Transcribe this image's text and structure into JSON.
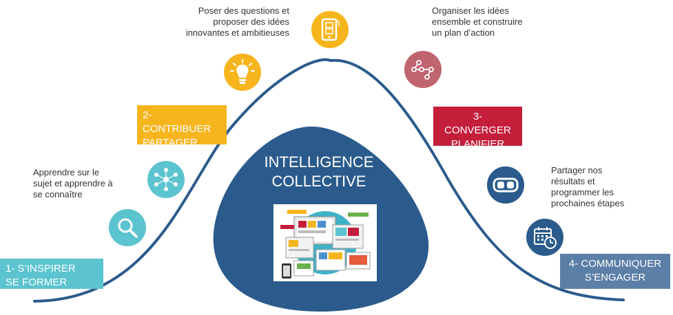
{
  "center": {
    "title_line1": "INTELLIGENCE",
    "title_line2": "COLLECTIVE"
  },
  "steps": [
    {
      "line1": "1- S’INSPIRER",
      "line2": "SE FORMER",
      "color": "#5bc4cf"
    },
    {
      "line1": "2- CONTRIBUER",
      "line2": "PARTAGER",
      "color": "#f6b51d"
    },
    {
      "line1": "3- CONVERGER",
      "line2": "PLANIFIER",
      "color": "#c41e3a"
    },
    {
      "line1": "4- COMMUNIQUER",
      "line2": "S’ENGAGER",
      "color": "#5b7fa6"
    }
  ],
  "notes": {
    "learn": [
      "Apprendre sur le",
      "sujet et apprendre à",
      "se connaître"
    ],
    "questions": [
      "Poser des questions et",
      "proposer des idées",
      "innovantes et ambitieuses"
    ],
    "organize": [
      "Organiser les idées",
      "ensemble et construire",
      "un plan d’action"
    ],
    "share": [
      "Partager nos",
      "résultats et",
      "programmer les",
      "prochaines étapes"
    ]
  },
  "icons": {
    "search": {
      "name": "magnifier-icon",
      "color": "#5bc4cf"
    },
    "network": {
      "name": "people-network-icon",
      "color": "#5bc4cf"
    },
    "bulb": {
      "name": "lightbulb-icon",
      "color": "#f6b51d"
    },
    "tablet": {
      "name": "tablet-icon",
      "color": "#f6b51d"
    },
    "flow": {
      "name": "flow-nodes-icon",
      "color": "#c0656f"
    },
    "glasses": {
      "name": "goggles-icon",
      "color": "#2b5b8c"
    },
    "calendar": {
      "name": "calendar-clock-icon",
      "color": "#2b5b8c"
    }
  }
}
